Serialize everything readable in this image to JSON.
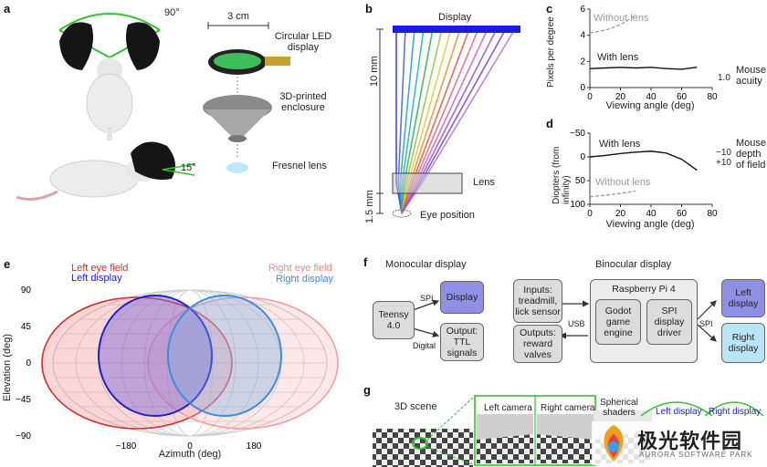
{
  "panel_a": {
    "label": "a",
    "angle_top": "90°",
    "angle_side": "15°",
    "scale": "3 cm",
    "parts": [
      "Circular LED display",
      "3D-printed enclosure",
      "Fresnel lens"
    ]
  },
  "panel_b": {
    "label": "b",
    "display": "Display",
    "dist_long": "10 mm",
    "dist_short": "1.5 mm",
    "lens": "Lens",
    "eye": "Eye position",
    "ray_colors": [
      "#2a2ad6",
      "#3a5ed8",
      "#1e9ad6",
      "#18b6a8",
      "#2ab04a",
      "#8ec43a",
      "#e0c83a",
      "#f08a2a",
      "#e8503a",
      "#e8607a",
      "#c860c0",
      "#9a50d0",
      "#7040c8",
      "#b070d8"
    ]
  },
  "panel_c": {
    "label": "c",
    "ylabel": "Pixels per degree",
    "xlabel": "Viewing angle (deg)",
    "without": "Without lens",
    "with": "With lens",
    "acuity_value": "1.0",
    "acuity_label": "Mouse acuity",
    "yticks": [
      "0",
      "2",
      "4",
      "6"
    ],
    "xticks": [
      "0",
      "20",
      "40",
      "60",
      "80"
    ]
  },
  "panel_d": {
    "label": "d",
    "ylabel": "Diopters (from infinity)",
    "xlabel": "Viewing angle (deg)",
    "with": "With lens",
    "without": "Without lens",
    "dof_values": [
      "−10",
      "+10"
    ],
    "dof_label": "Mouse depth of field",
    "yticks": [
      "−50",
      "0",
      "50",
      "100"
    ],
    "xticks": [
      "0",
      "20",
      "40",
      "60",
      "80"
    ]
  },
  "panel_e": {
    "label": "e",
    "left_eye": "Left eye field",
    "left_display": "Left display",
    "right_eye": "Right eye field",
    "right_display": "Right display",
    "ylabel": "Elevation (deg)",
    "xlabel": "Azimuth (deg)",
    "yticks": [
      "90",
      "45",
      "0",
      "−45",
      "−90"
    ],
    "xticks": [
      "−180",
      "0",
      "180"
    ]
  },
  "panel_f": {
    "label": "f",
    "mono_title": "Monocular display",
    "bino_title": "Binocular display",
    "teensy": "Teensy 4.0",
    "spi": "SPI",
    "digital": "Digital",
    "usb": "USB",
    "mono_display": "Display",
    "mono_output": "Output: TTL signals",
    "inputs": "Inputs: treadmill, lick sensor",
    "outputs": "Outputs: reward valves",
    "rpi": "Raspberry Pi 4",
    "godot": "Godot game engine",
    "spi_driver": "SPI display driver",
    "left_display": "Left display",
    "right_display": "Right display"
  },
  "panel_g": {
    "label": "g",
    "scene": "3D scene",
    "left_camera": "Left camera",
    "right_camera": "Right camera",
    "shaders": "Spherical shaders",
    "left_display": "Left display",
    "right_display": "Right display"
  },
  "watermark": {
    "cn": "极光软件园",
    "en": "AURORA SOFTWARE PARK"
  },
  "colors": {
    "left_eye": "#d43030",
    "left_display": "#2020c8",
    "right_eye": "#f0a0a0",
    "right_display": "#3a8ee0",
    "green": "#2ec42e",
    "display_blue": "#1a1ae0"
  }
}
